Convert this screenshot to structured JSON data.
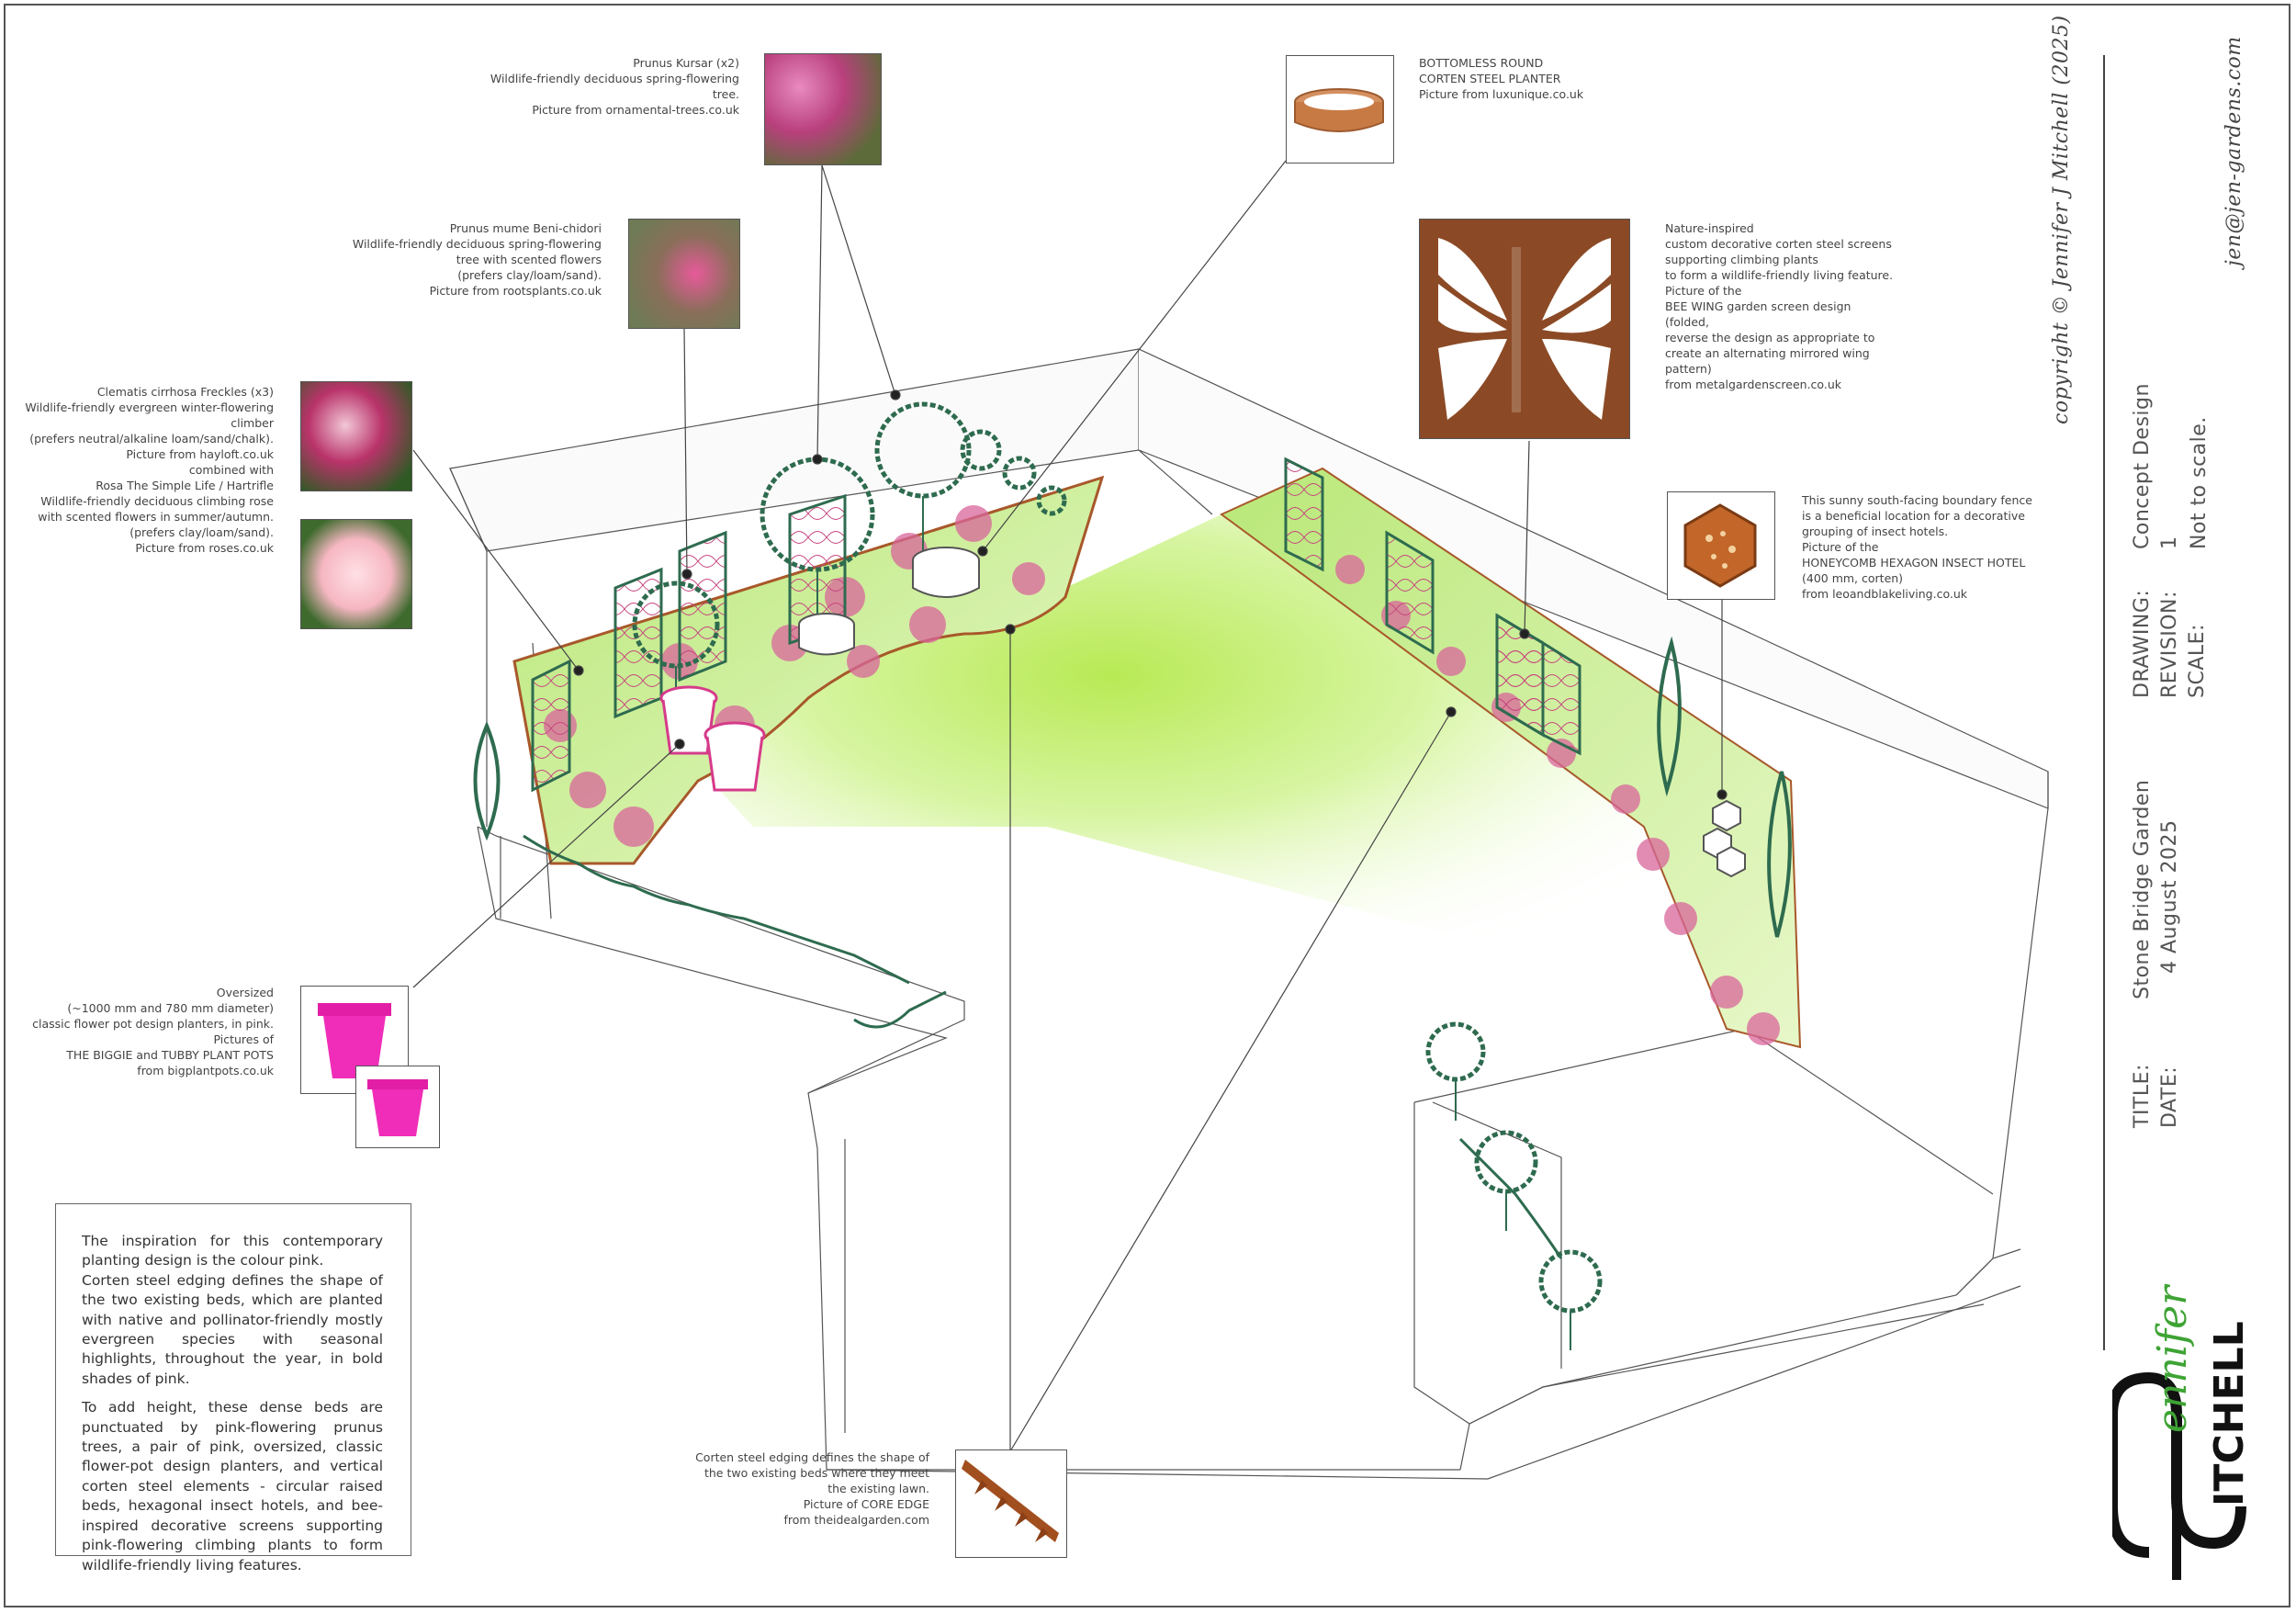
{
  "notes": {
    "prunus_kursar": [
      "Prunus Kursar (x2)",
      "Wildlife-friendly deciduous spring-flowering",
      "tree.",
      "Picture from ornamental-trees.co.uk"
    ],
    "prunus_mume": [
      "Prunus mume Beni-chidori",
      "Wildlife-friendly deciduous spring-flowering",
      "tree with scented flowers",
      "(prefers clay/loam/sand).",
      "Picture from rootsplants.co.uk"
    ],
    "clematis_rosa": [
      "Clematis cirrhosa Freckles (x3)",
      "Wildlife-friendly evergreen winter-flowering",
      "climber",
      "(prefers neutral/alkaline loam/sand/chalk).",
      "Picture from hayloft.co.uk",
      "combined with",
      "Rosa The Simple Life / Hartrifle",
      "Wildlife-friendly deciduous climbing rose",
      "with scented flowers in summer/autumn.",
      "(prefers clay/loam/sand).",
      "Picture from roses.co.uk"
    ],
    "round_planter": [
      "BOTTOMLESS ROUND",
      "CORTEN STEEL PLANTER",
      "Picture from luxunique.co.uk"
    ],
    "screens": [
      "Nature-inspired",
      "custom decorative corten steel screens",
      "supporting climbing plants",
      "to form a wildlife-friendly living feature.",
      "Picture of the",
      "BEE WING garden screen design",
      "(folded,",
      "reverse the design as appropriate to",
      "create an alternating mirrored wing",
      "pattern)",
      "from metalgardenscreen.co.uk"
    ],
    "insect_hotel": [
      "This sunny south-facing boundary fence",
      "is a beneficial location for a decorative",
      "grouping of insect hotels.",
      "Picture of the",
      "HONEYCOMB HEXAGON INSECT HOTEL",
      "(400 mm, corten)",
      "from leoandblakeliving.co.uk"
    ],
    "pots": [
      "Oversized",
      "(~1000 mm and 780 mm diameter)",
      "classic flower pot design planters, in pink.",
      "Pictures of",
      "THE BIGGIE and TUBBY PLANT POTS",
      "from bigplantpots.co.uk"
    ],
    "edging": [
      "Corten steel edging defines the shape of",
      "the two existing beds where they meet",
      "the existing lawn.",
      "Picture of CORE EDGE",
      "from theidealgarden.com"
    ]
  },
  "description": {
    "p1": "The inspiration for this contemporary planting design is the colour pink.",
    "p2": "Corten steel edging defines the shape of the two existing beds, which are planted with native and pollinator-friendly mostly evergreen species with seasonal highlights, throughout the year, in bold shades of pink.",
    "p3": "To add height, these dense beds are punctuated by pink-flowering prunus trees, a pair of pink, oversized, classic flower-pot design planters, and vertical corten steel elements - circular raised beds, hexagonal insect hotels, and bee-inspired decorative screens supporting pink-flowering climbing plants to form wildlife-friendly living features."
  },
  "title_block": {
    "copyright": "copyright © Jennifer J Mitchell (2025)",
    "email": "jen@jen-gardens.com",
    "drawing_label": "DRAWING:",
    "drawing_value": "Concept Design",
    "revision_label": "REVISION:",
    "revision_value": "1",
    "scale_label": "SCALE:",
    "scale_value": "Not to scale.",
    "title_label": "TITLE:",
    "title_value": "Stone Bridge Garden",
    "date_label": "DATE:",
    "date_value": "4 August 2025"
  },
  "logo": {
    "first": "ennifer",
    "last": "ITCHELL",
    "green": "#3ea334"
  },
  "colors": {
    "lawn": "#c8f07a",
    "pink": "#d63b8a",
    "corten": "#a8582a",
    "hedge": "#2e6b4f"
  }
}
